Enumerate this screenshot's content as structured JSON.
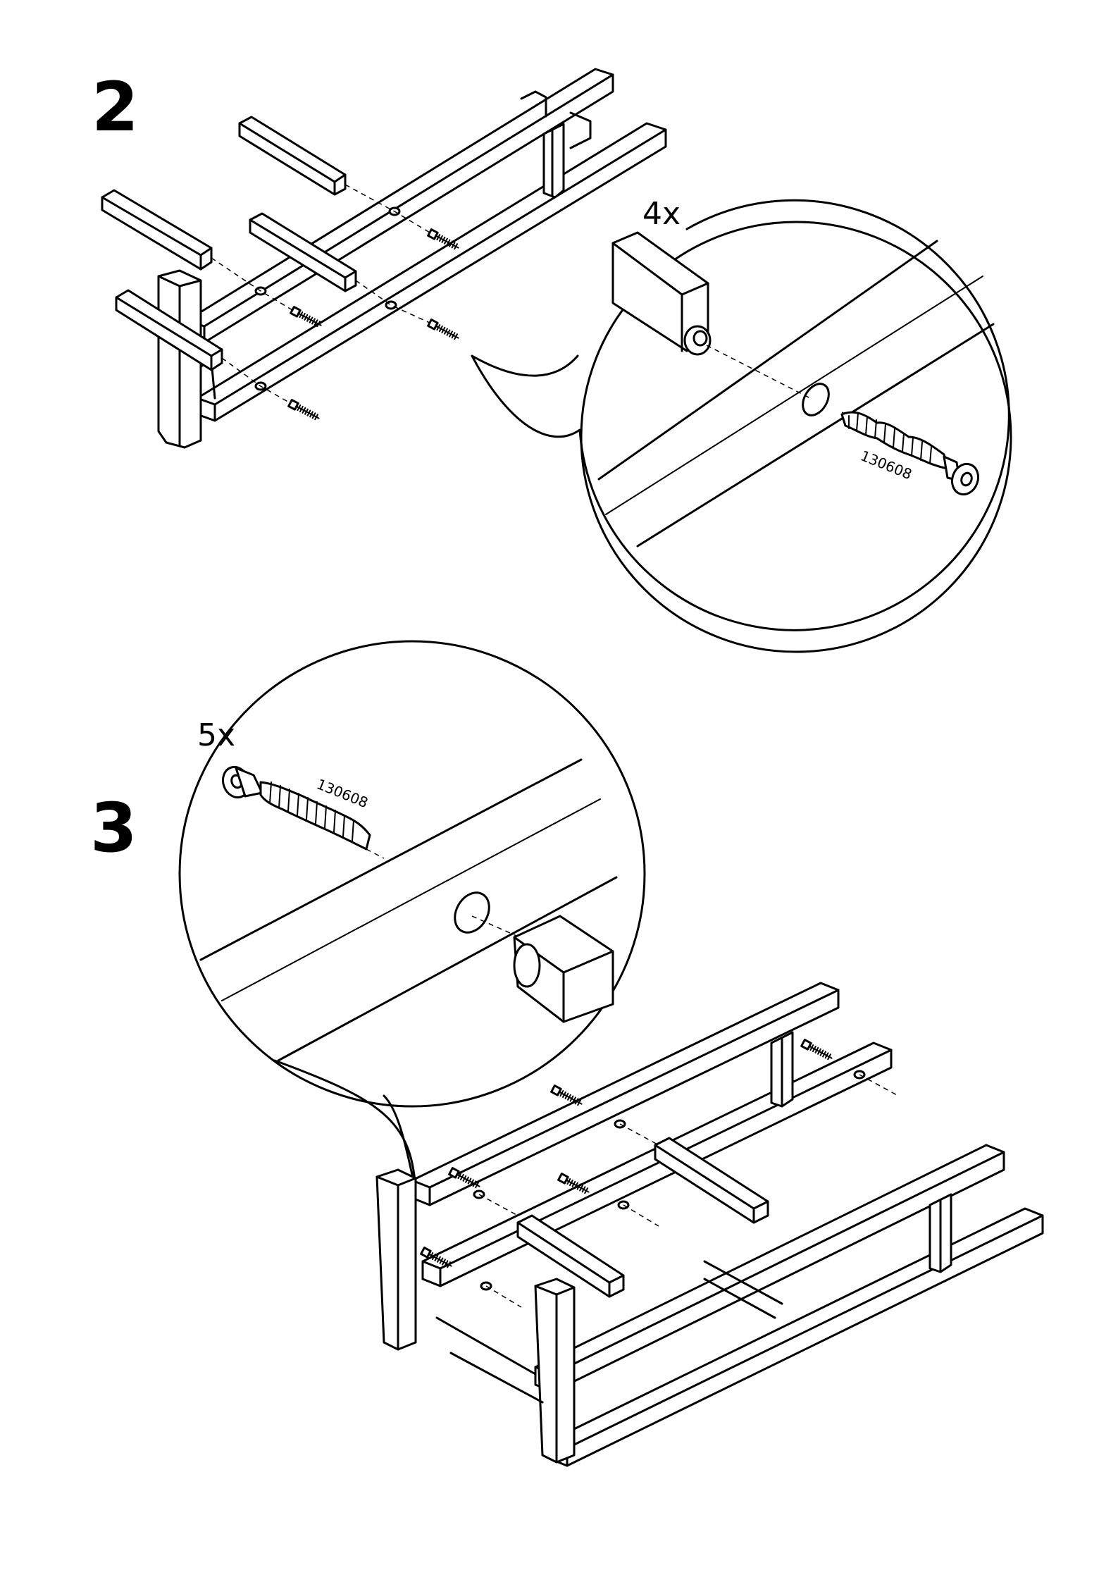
{
  "steps": [
    {
      "number": "2",
      "callout": {
        "quantity": "4x",
        "part_number": "130608"
      }
    },
    {
      "number": "3",
      "callout": {
        "quantity": "5x",
        "part_number": "130608"
      }
    }
  ]
}
